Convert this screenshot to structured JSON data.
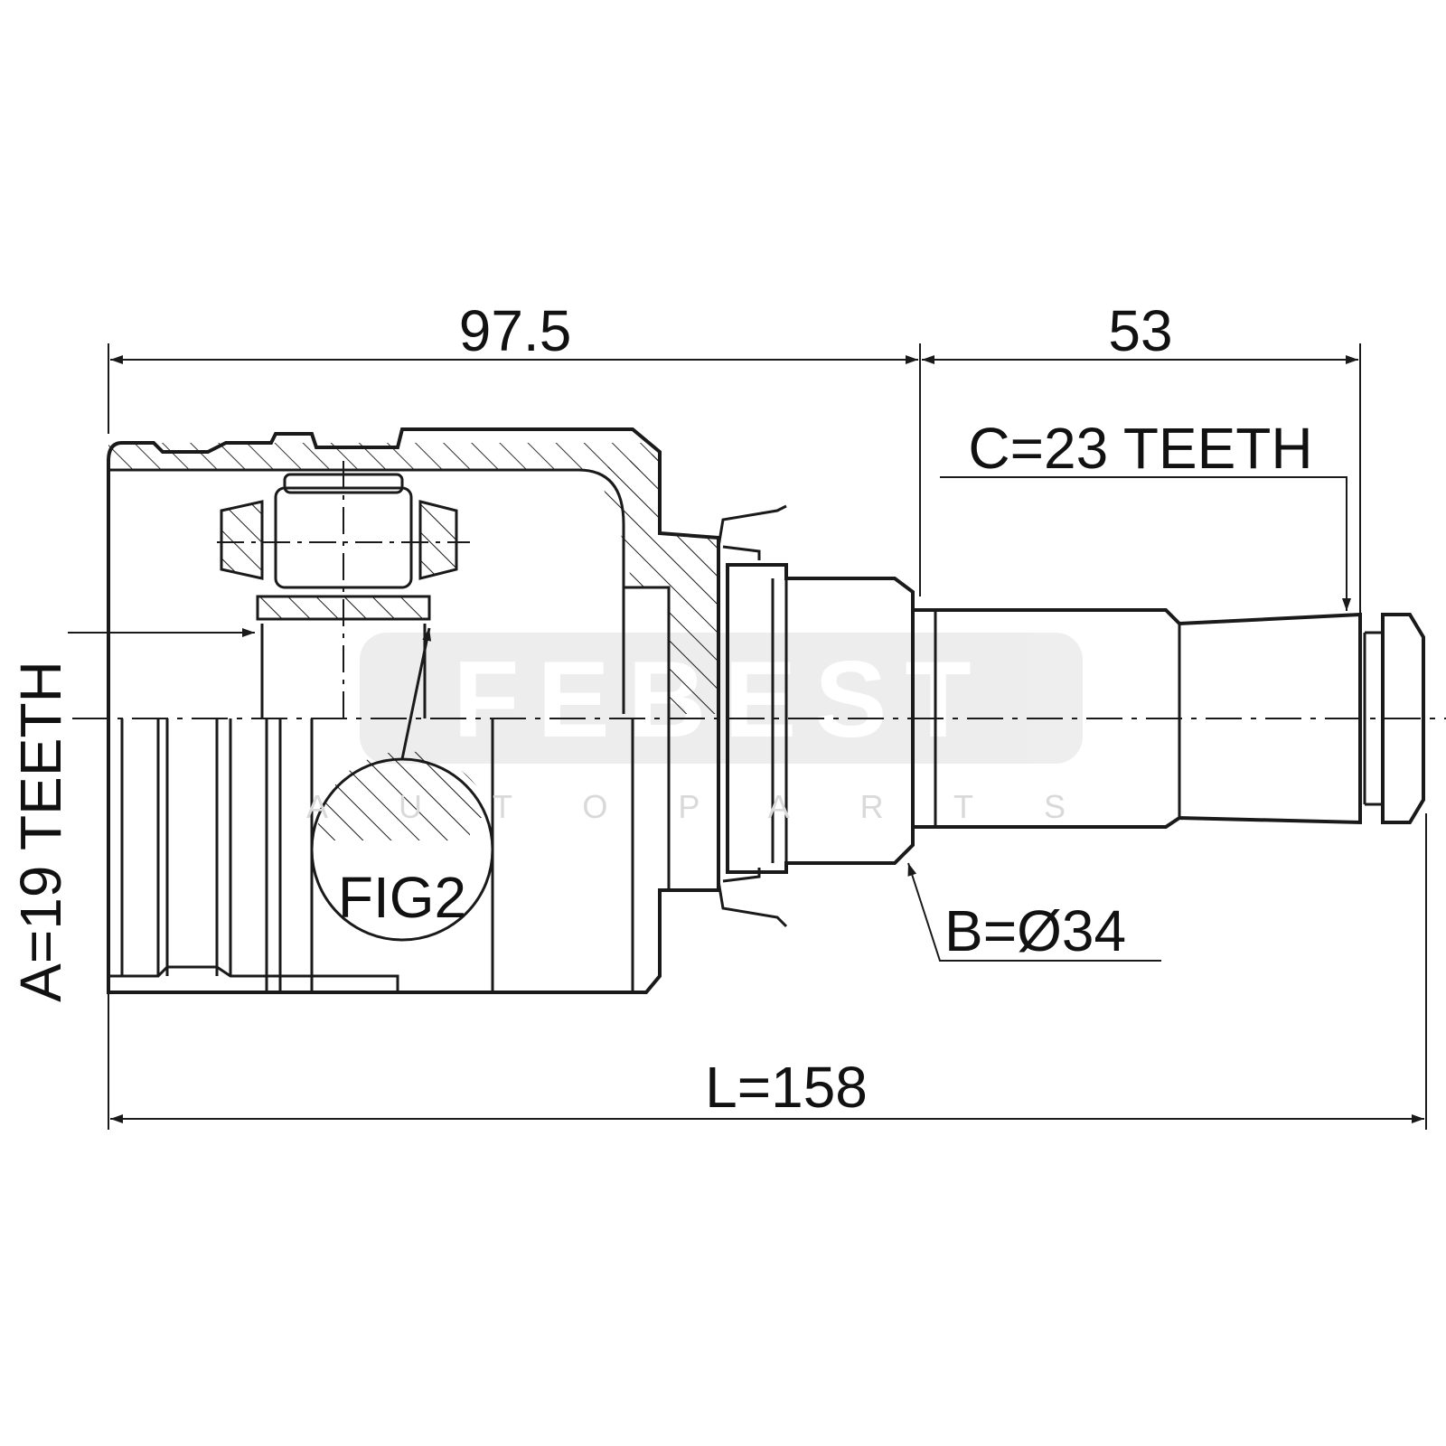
{
  "dimensions": {
    "housing_length": "97.5",
    "shaft_length": "53",
    "total_length": "L=158",
    "spline_a": "A=19 TEETH",
    "spline_c": "C=23 TEETH",
    "diameter_b": "B=Ø34"
  },
  "figure_label": "FIG2",
  "watermark": {
    "brand": "FEBEST",
    "subtitle": "AUTO PARTS"
  },
  "colors": {
    "line": "#1a1a1a",
    "watermark": "#e6e6e6"
  }
}
